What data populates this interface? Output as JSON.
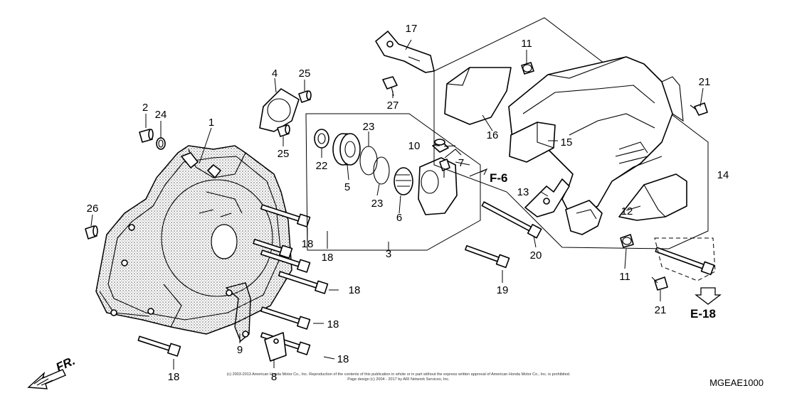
{
  "callouts": {
    "c1": "1",
    "c2": "2",
    "c3": "3",
    "c4": "4",
    "c5": "5",
    "c6": "6",
    "c7": "7",
    "c8": "8",
    "c9": "9",
    "c10": "10",
    "c11a": "11",
    "c11b": "11",
    "c12": "12",
    "c13": "13",
    "c14": "14",
    "c15": "15",
    "c16": "16",
    "c17": "17",
    "c18a": "18",
    "c18b": "18",
    "c18c": "18",
    "c18d": "18",
    "c18e": "18",
    "c18f": "18",
    "c19": "19",
    "c20": "20",
    "c21a": "21",
    "c21b": "21",
    "c22": "22",
    "c23a": "23",
    "c23b": "23",
    "c24": "24",
    "c25a": "25",
    "c25b": "25",
    "c26": "26",
    "c27": "27"
  },
  "references": {
    "f6": "F-6",
    "e18": "E-18",
    "front": "FR."
  },
  "diagram_code": "MGEAE1000",
  "copyright": {
    "line1": "(c) 2003-2013 American Honda Motor Co., Inc. Reproduction of the contents of this publication in whole or in part without the express written approval of American Honda Motor Co., Inc. is prohibited.",
    "line2": "Page design (c) 2004 - 2017 by ARI Network Services, Inc."
  }
}
